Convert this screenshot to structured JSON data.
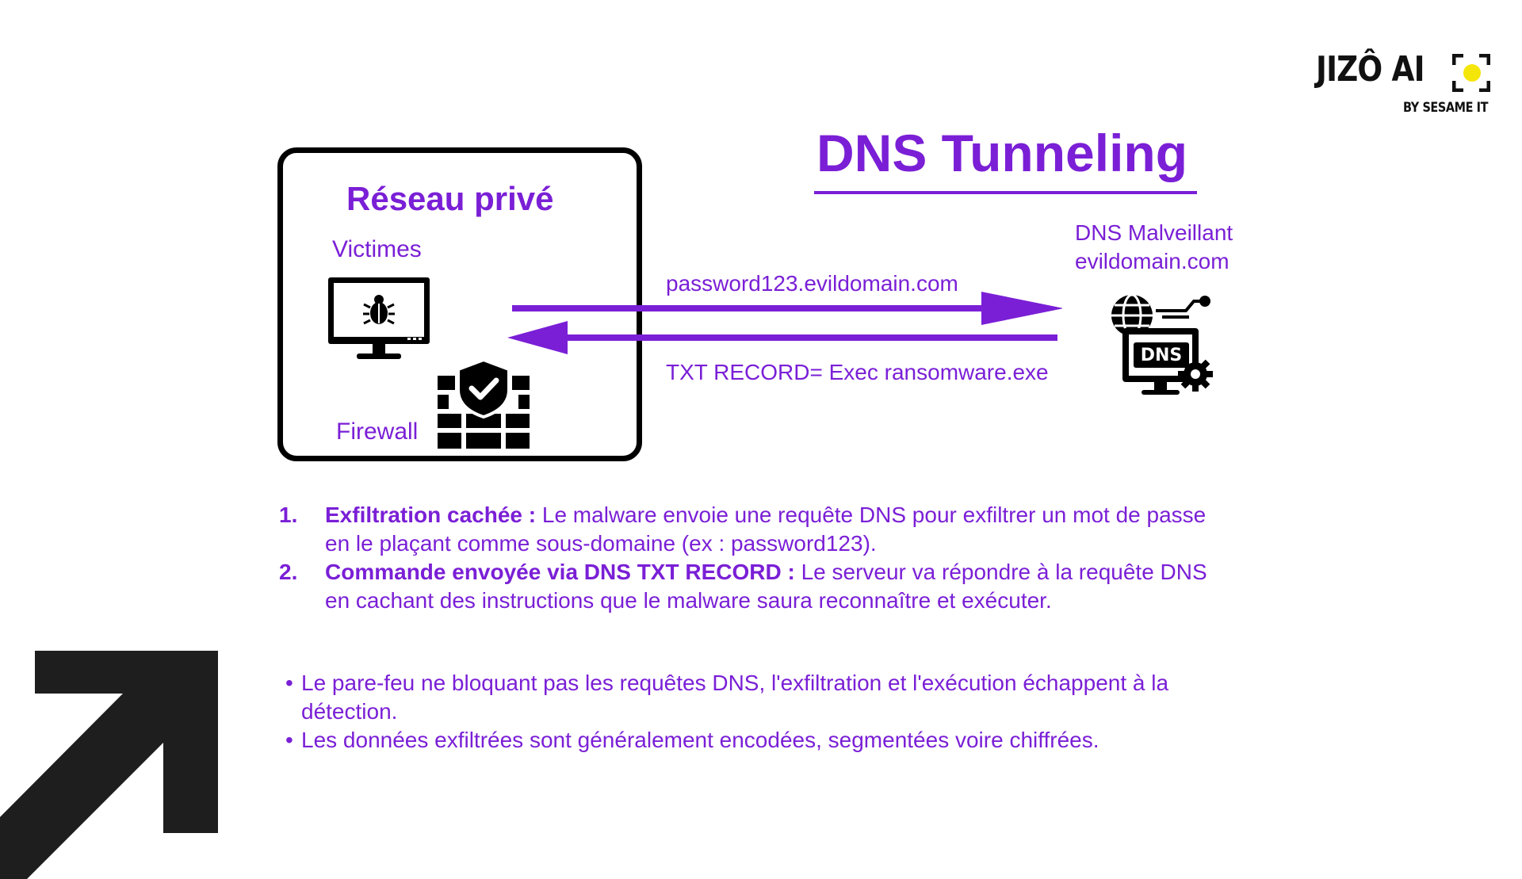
{
  "logo": {
    "brand": "JIZÔ AI",
    "sub": "BY SESAME IT",
    "accent": "#f5e60a"
  },
  "title": "DNS Tunneling",
  "private_network": {
    "title": "Réseau privé",
    "victims_label": "Victimes",
    "firewall_label": "Firewall"
  },
  "arrows": {
    "query_label": "password123.evildomain.com",
    "reply_label": "TXT RECORD= Exec ransomware.exe"
  },
  "dns_server": {
    "name": "DNS Malveillant",
    "domain": "evildomain.com",
    "icon_text": "DNS"
  },
  "steps": [
    {
      "number": "1.",
      "heading": "Exfiltration cachée :",
      "text": " Le malware envoie une requête DNS pour exfiltrer un mot de passe en le plaçant comme sous-domaine (ex : password123)."
    },
    {
      "number": "2.",
      "heading": "Commande envoyée via DNS TXT RECORD :",
      "text": " Le serveur va répondre à la requête DNS en cachant des instructions que le malware saura reconnaître et exécuter."
    }
  ],
  "bullets": [
    "Le pare-feu ne bloquant pas les requêtes DNS, l'exfiltration et l'exécution échappent à la détection.",
    "Les données exfiltrées sont généralement encodées, segmentées voire chiffrées."
  ],
  "colors": {
    "accent": "#7a1fd6",
    "dark": "#000000"
  }
}
